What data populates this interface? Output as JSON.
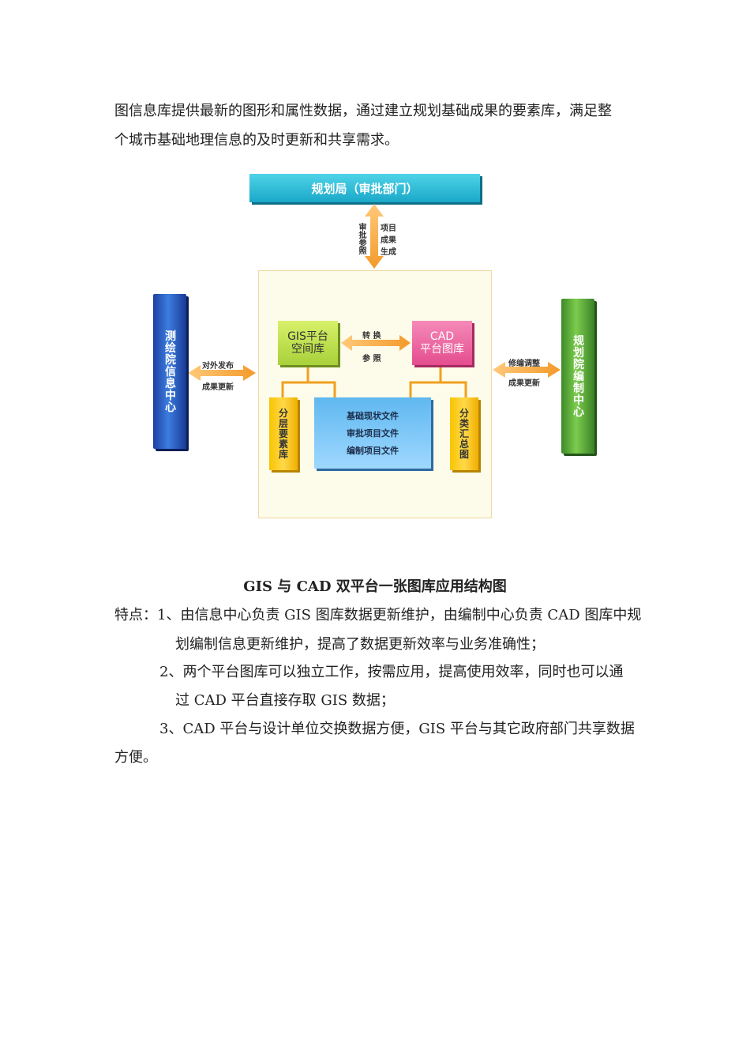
{
  "intro": {
    "line1": "图信息库提供最新的图形和属性数据，通过建立规划基础成果的要素库，满足整",
    "line2": "个城市基础地理信息的及时更新和共享需求。"
  },
  "diagram": {
    "top_box": "规划局（审批部门）",
    "top_arrow_left": "审批参照",
    "top_arrow_right": "项目成果生成",
    "left_bar": "测绘院信息中心",
    "left_arrow_top": "对外发布",
    "left_arrow_bottom": "成果更新",
    "right_bar": "规划院编制中心",
    "right_arrow_top": "修编调整",
    "right_arrow_bottom": "成果更新",
    "gis_line1": "GIS平台",
    "gis_line2": "空间库",
    "cad_line1": "CAD",
    "cad_line2": "平台图库",
    "mid_arrow_top": "转 换",
    "mid_arrow_bottom": "参 照",
    "left_small": "分层要素库",
    "right_small": "分类汇总图",
    "center_items": [
      "基础现状文件",
      "审批项目文件",
      "编制项目文件"
    ]
  },
  "caption": "GIS 与 CAD 双平台一张图库应用结构图",
  "features": {
    "l1": "特点：1、由信息中心负责 GIS 图库数据更新维护，由编制中心负责 CAD 图库中规",
    "l2": "划编制信息更新维护，提高了数据更新效率与业务准确性；",
    "l3": "2、两个平台图库可以独立工作，按需应用，提高使用效率，同时也可以通",
    "l4": "过 CAD 平台直接存取 GIS 数据；",
    "l5": "3、CAD 平台与设计单位交换数据方便，GIS 平台与其它政府部门共享数据",
    "l6": "方便。"
  }
}
